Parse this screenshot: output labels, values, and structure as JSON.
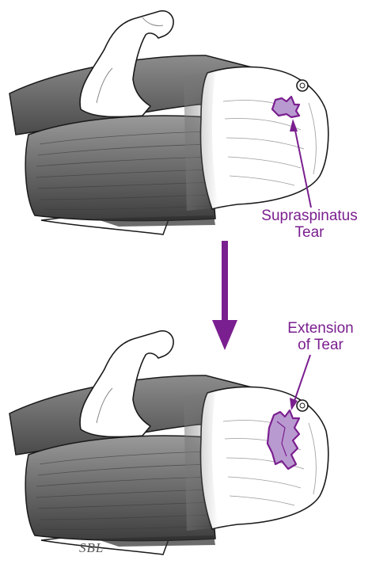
{
  "labels": {
    "supraspinatus_line1": "Supraspinatus",
    "supraspinatus_line2": "Tear",
    "extension_line1": "Extension",
    "extension_line2": "of Tear"
  },
  "signature": "SBL",
  "colors": {
    "accent": "#7a1f8f",
    "tear_fill": "#b99ad0",
    "muscle_dark": "#6a6a6a",
    "muscle_mid": "#8a8a8a",
    "outline": "#1a1a1a",
    "bone": "#ffffff"
  }
}
